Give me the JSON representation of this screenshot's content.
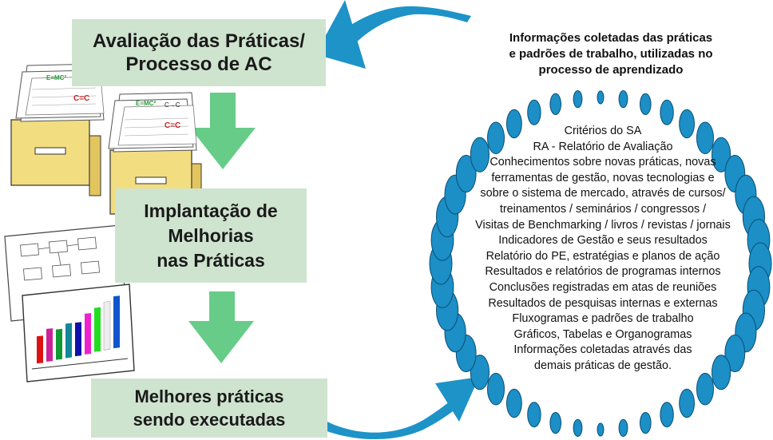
{
  "boxes": {
    "avaliacao": [
      "Avaliação das Práticas/",
      "Processo de AC"
    ],
    "implantacao": [
      "Implantação de",
      "Melhorias",
      "nas Práticas"
    ],
    "melhores": [
      "Melhores práticas",
      "sendo executadas"
    ]
  },
  "caption": [
    "Informações coletadas das práticas",
    "e padrões de trabalho,  utilizadas no",
    "processo de aprendizado"
  ],
  "ring_items": [
    "Critérios do SA",
    "RA - Relatório de Avaliação",
    "Conhecimentos sobre novas práticas, novas",
    "ferramentas de gestão, novas tecnologias e",
    "sobre o sistema de mercado, através de cursos/",
    "treinamentos / seminários / congressos /",
    "Visitas de Benchmarking / livros / revistas / jornais",
    "Indicadores de Gestão e seus resultados",
    "Relatório do PE, estratégias e planos de ação",
    "Resultados e relatórios de programas internos",
    "Conclusões registradas em atas de reuniões",
    "Resultados de pesquisas internas e externas",
    "Fluxogramas e padrões de trabalho",
    "Gráficos, Tabelas e Organogramas",
    "Informações coletadas através das",
    "demais práticas de gestão."
  ],
  "file_labels": [
    "E=MC²",
    "C→C",
    "C=C"
  ],
  "colors": {
    "box_fill": "#cfe4cf",
    "flow_arrow": "#66cc88",
    "cycle_arrow": "#1d93c8",
    "ring_bead": "#1b8fc6",
    "drawer": "#f2dd80"
  }
}
